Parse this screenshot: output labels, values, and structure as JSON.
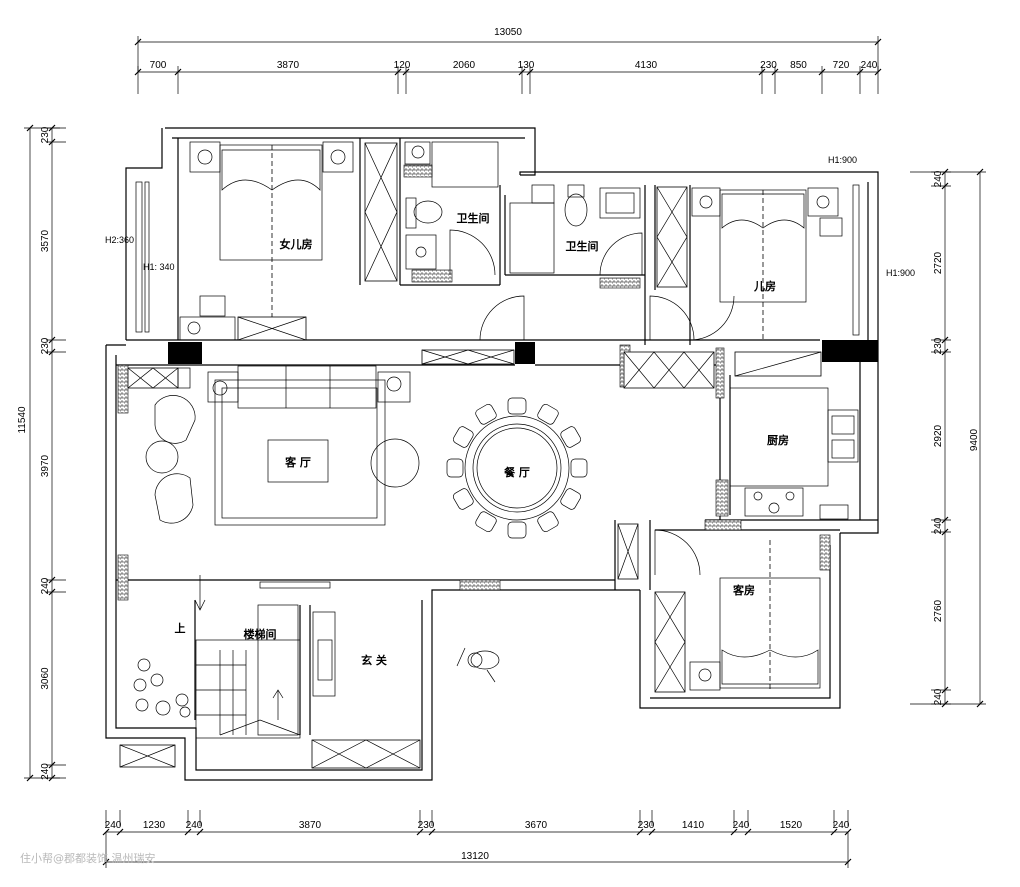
{
  "dimensions": {
    "top_total": "13050",
    "top_segments": [
      "700",
      "3870",
      "120",
      "2060",
      "130",
      "4130",
      "230",
      "850",
      "720",
      "240"
    ],
    "bottom_total": "13120",
    "bottom_segments": [
      "240",
      "1230",
      "240",
      "3870",
      "230",
      "3670",
      "230",
      "1410",
      "240",
      "1520",
      "240"
    ],
    "left_total": "11540",
    "left_segments": [
      "230",
      "3570",
      "230",
      "3970",
      "240",
      "3060",
      "240"
    ],
    "right_total": "9400",
    "right_segments": [
      "240",
      "2720",
      "230",
      "2920",
      "240",
      "2760",
      "240"
    ]
  },
  "rooms": {
    "daughter_room": "女儿房",
    "bath1": "卫生间",
    "bath2": "卫生间",
    "son_room": "儿房",
    "living": "客 厅",
    "dining": "餐 厅",
    "kitchen": "厨房",
    "guest": "客房",
    "stair": "楼梯间",
    "entry": "玄 关",
    "up": "上"
  },
  "notes": {
    "h2": "H2:360",
    "h1_left": "H1: 340",
    "h1_top": "H1:900",
    "h1_right": "H1:900"
  },
  "watermark": "住小帮@郡都装饰 温州瑞安"
}
